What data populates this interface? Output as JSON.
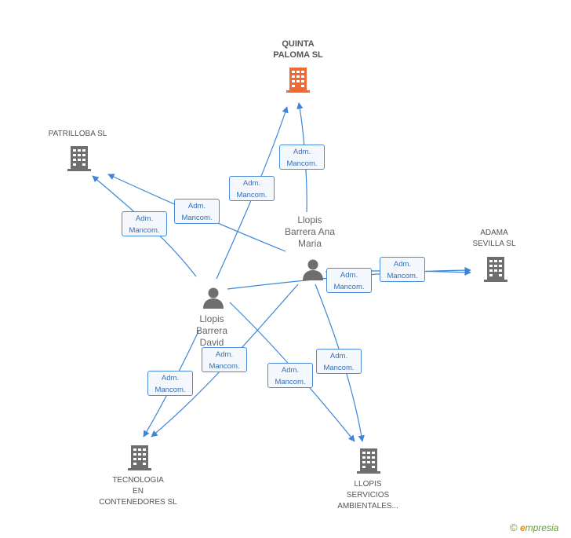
{
  "nodes": {
    "quinta": {
      "label": "QUINTA\nPALOMA SL",
      "icon": "building-icon",
      "color": "#ef6a35"
    },
    "patrilloba": {
      "label": "PATRILLOBA SL",
      "icon": "building-icon",
      "color": "#6e6e6e"
    },
    "adama": {
      "label": "ADAMA\nSEVILLA  SL",
      "icon": "building-icon",
      "color": "#6e6e6e"
    },
    "tecnologia": {
      "label": "TECNOLOGIA\nEN\nCONTENEDORES SL",
      "icon": "building-icon",
      "color": "#6e6e6e"
    },
    "llopis_servicios": {
      "label": "LLOPIS\nSERVICIOS\nAMBIENTALES...",
      "icon": "building-icon",
      "color": "#6e6e6e"
    },
    "ana_maria": {
      "label": "Llopis\nBarrera Ana\nMaria",
      "icon": "person-icon",
      "color": "#6e6e6e"
    },
    "david": {
      "label": "Llopis\nBarrera\nDavid",
      "icon": "person-icon",
      "color": "#6e6e6e"
    }
  },
  "edge_labels": [
    "Adm.\nMancom.",
    "Adm.\nMancom.",
    "Adm.\nMancom.",
    "Adm.\nMancom.",
    "Adm.\nMancom.",
    "Adm.\nMancom.",
    "Adm.\nMancom.",
    "Adm.\nMancom.",
    "Adm.\nMancom.",
    "Adm.\nMancom."
  ],
  "edge_color": "#3c85d8",
  "brand": {
    "copyright": "©",
    "initial": "e",
    "name": "mpresia"
  }
}
